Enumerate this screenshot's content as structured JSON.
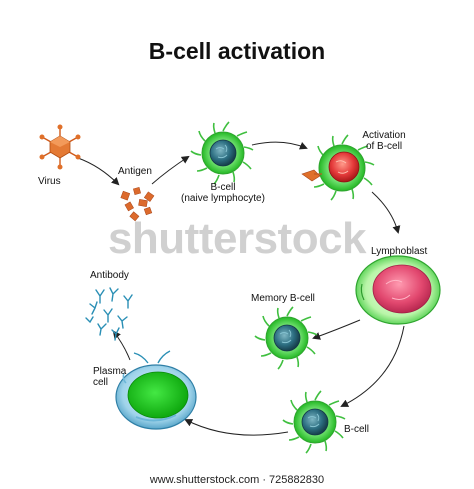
{
  "title": "B-cell activation",
  "labels": {
    "virus": "Virus",
    "antigen": "Antigen",
    "bcell_naive_line1": "B-cell",
    "bcell_naive_line2": "(naive lymphocyte)",
    "activation_line1": "Activation",
    "activation_line2": "of B-cell",
    "lymphoblast": "Lymphoblast",
    "memory_bcell": "Memory B-cell",
    "bcell": "B-cell",
    "plasma_line1": "Plasma",
    "plasma_line2": "cell",
    "antibody": "Antibody"
  },
  "watermark": "shutterstock",
  "footer": "www.shutterstock.com · 725882830",
  "colors": {
    "cell_green": "#3fd63f",
    "nucleus_teal": "#2a6f80",
    "lymphoblast_pink": "#e84b78",
    "plasma_green": "#11c411",
    "antibody_blue": "#2a8fb5",
    "virus_orange": "#e0702a"
  }
}
